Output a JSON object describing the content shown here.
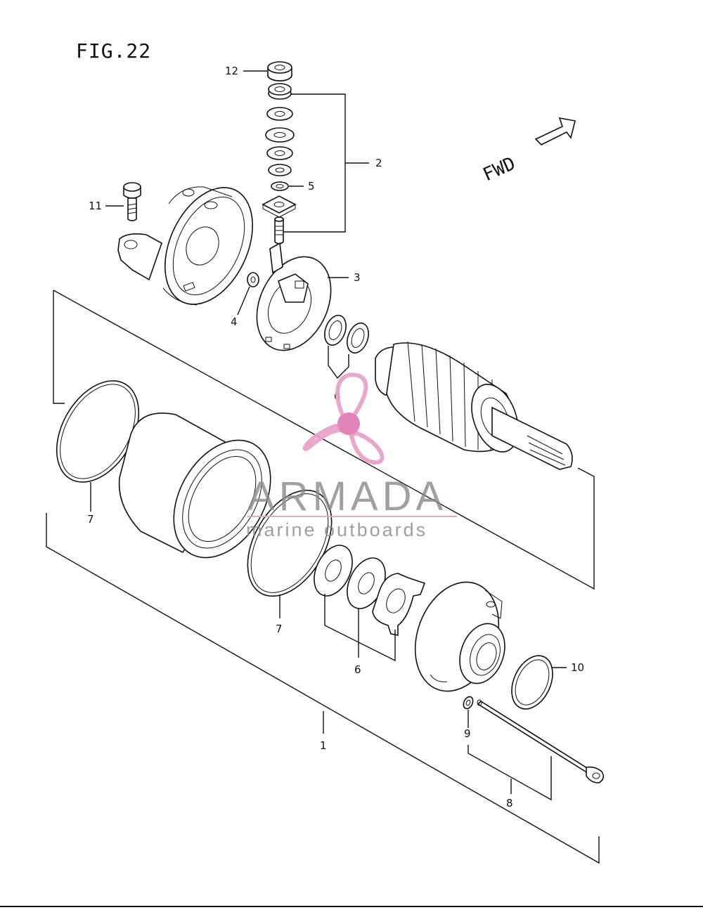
{
  "figure": {
    "title": "FIG.22"
  },
  "direction": {
    "label": "FWD"
  },
  "watermark": {
    "brand": "ARMADA",
    "tagline": "marine outboards",
    "colors": {
      "logo": "#e8a3cc",
      "logo_center": "#e07fb6",
      "text": "#8a8a8a",
      "line": "#e8a3cc"
    }
  },
  "callouts": {
    "c1": "1",
    "c2": "2",
    "c3": "3",
    "c4": "4",
    "c5": "5",
    "c6a": "6",
    "c6b": "6",
    "c7a": "7",
    "c7b": "7",
    "c8": "8",
    "c9": "9",
    "c10": "10",
    "c11": "11",
    "c12": "12"
  }
}
